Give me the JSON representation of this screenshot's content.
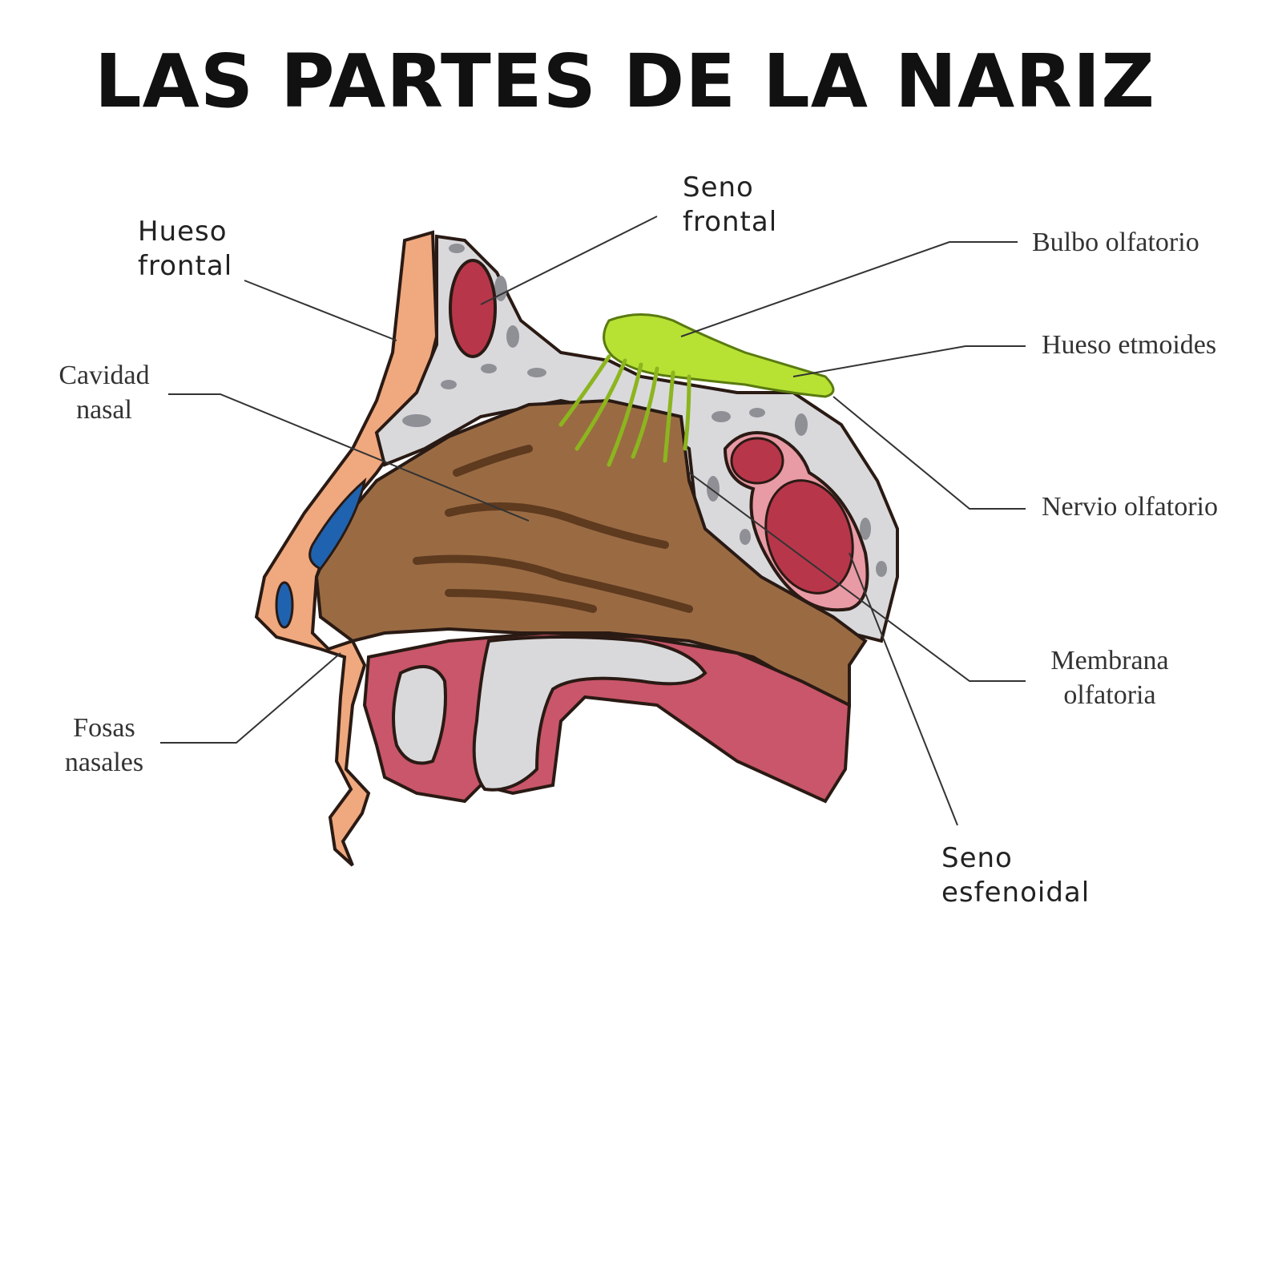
{
  "title": "LAS PARTES DE LA NARIZ",
  "labels": {
    "hueso_frontal": [
      "Hueso",
      "frontal"
    ],
    "seno_frontal": [
      "Seno",
      "frontal"
    ],
    "bulbo_olfatorio": [
      "Bulbo olfatorio"
    ],
    "hueso_etmoides": [
      "Hueso etmoides"
    ],
    "cavidad_nasal": [
      "Cavidad",
      "nasal"
    ],
    "nervio_olfatorio": [
      "Nervio olfatorio"
    ],
    "membrana_olfatoria": [
      "Membrana",
      "olfatoria"
    ],
    "fosas_nasales": [
      "Fosas",
      "nasales"
    ],
    "seno_esfenoidal": [
      "Seno",
      "esfenoidal"
    ]
  },
  "colors": {
    "skin": "#f0a87e",
    "bone": "#d9d9dc",
    "cavity": "#9a6b43",
    "sinus": "#b8364a",
    "bulb": "#b7e234",
    "tissue": "#c9566a",
    "vessel": "#1f63b0"
  }
}
